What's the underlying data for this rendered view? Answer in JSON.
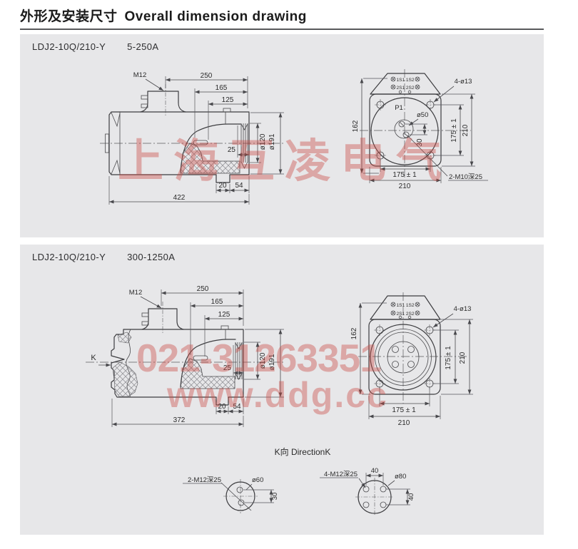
{
  "page": {
    "title_zh": "外形及安装尺寸",
    "title_en": "Overall dimension drawing"
  },
  "watermark": {
    "line1": "上海互凌电气",
    "line2": "021-31263351",
    "line3": "www.ddg.cc",
    "color": "#cb4842"
  },
  "panels": [
    {
      "model": "LDJ2-10Q/210-Y",
      "current_range": "5-250A",
      "side": {
        "thread": "M12",
        "len_250": "250",
        "len_165": "165",
        "len_125": "125",
        "dia_120": "ø120",
        "dia_191": "ø191",
        "off_25": "25",
        "off_20": "20",
        "off_54": "54",
        "len_total": "422"
      },
      "front": {
        "p_label": "P1",
        "terminals_row1": "1S1 1S2",
        "terminals_row2": "2S1 2S2",
        "holes": "4-ø13",
        "dia_50": "ø50",
        "h_162": "162",
        "v_175": "175 ± 1",
        "v_210": "210",
        "off_30": "30",
        "b_175": "175 ± 1",
        "b_210": "210",
        "tapped": "2-M10深25"
      }
    },
    {
      "model": "LDJ2-10Q/210-Y",
      "current_range": "300-1250A",
      "side": {
        "thread": "M12",
        "k_label": "K",
        "len_250": "250",
        "len_165": "165",
        "len_125": "125",
        "dia_120": "ø120",
        "dia_191": "ø191",
        "off_25": "25",
        "off_20": "20",
        "off_54": "54",
        "len_total": "372"
      },
      "front": {
        "terminals_row1": "1S1 1S2",
        "terminals_row2": "2S1 2S2",
        "holes": "4-ø13",
        "h_162": "162",
        "v_175": "175 ± 1",
        "v_210": "210",
        "b_175": "175 ± 1",
        "b_210": "210"
      }
    }
  ],
  "direction_k": {
    "title": "K向 DirectionK",
    "left": {
      "tapped": "2-M12深25",
      "dia": "ø60",
      "pitch": "30"
    },
    "right": {
      "tapped": "4-M12深25",
      "dia": "ø80",
      "pitch_top": "40",
      "pitch_right": "40"
    }
  }
}
